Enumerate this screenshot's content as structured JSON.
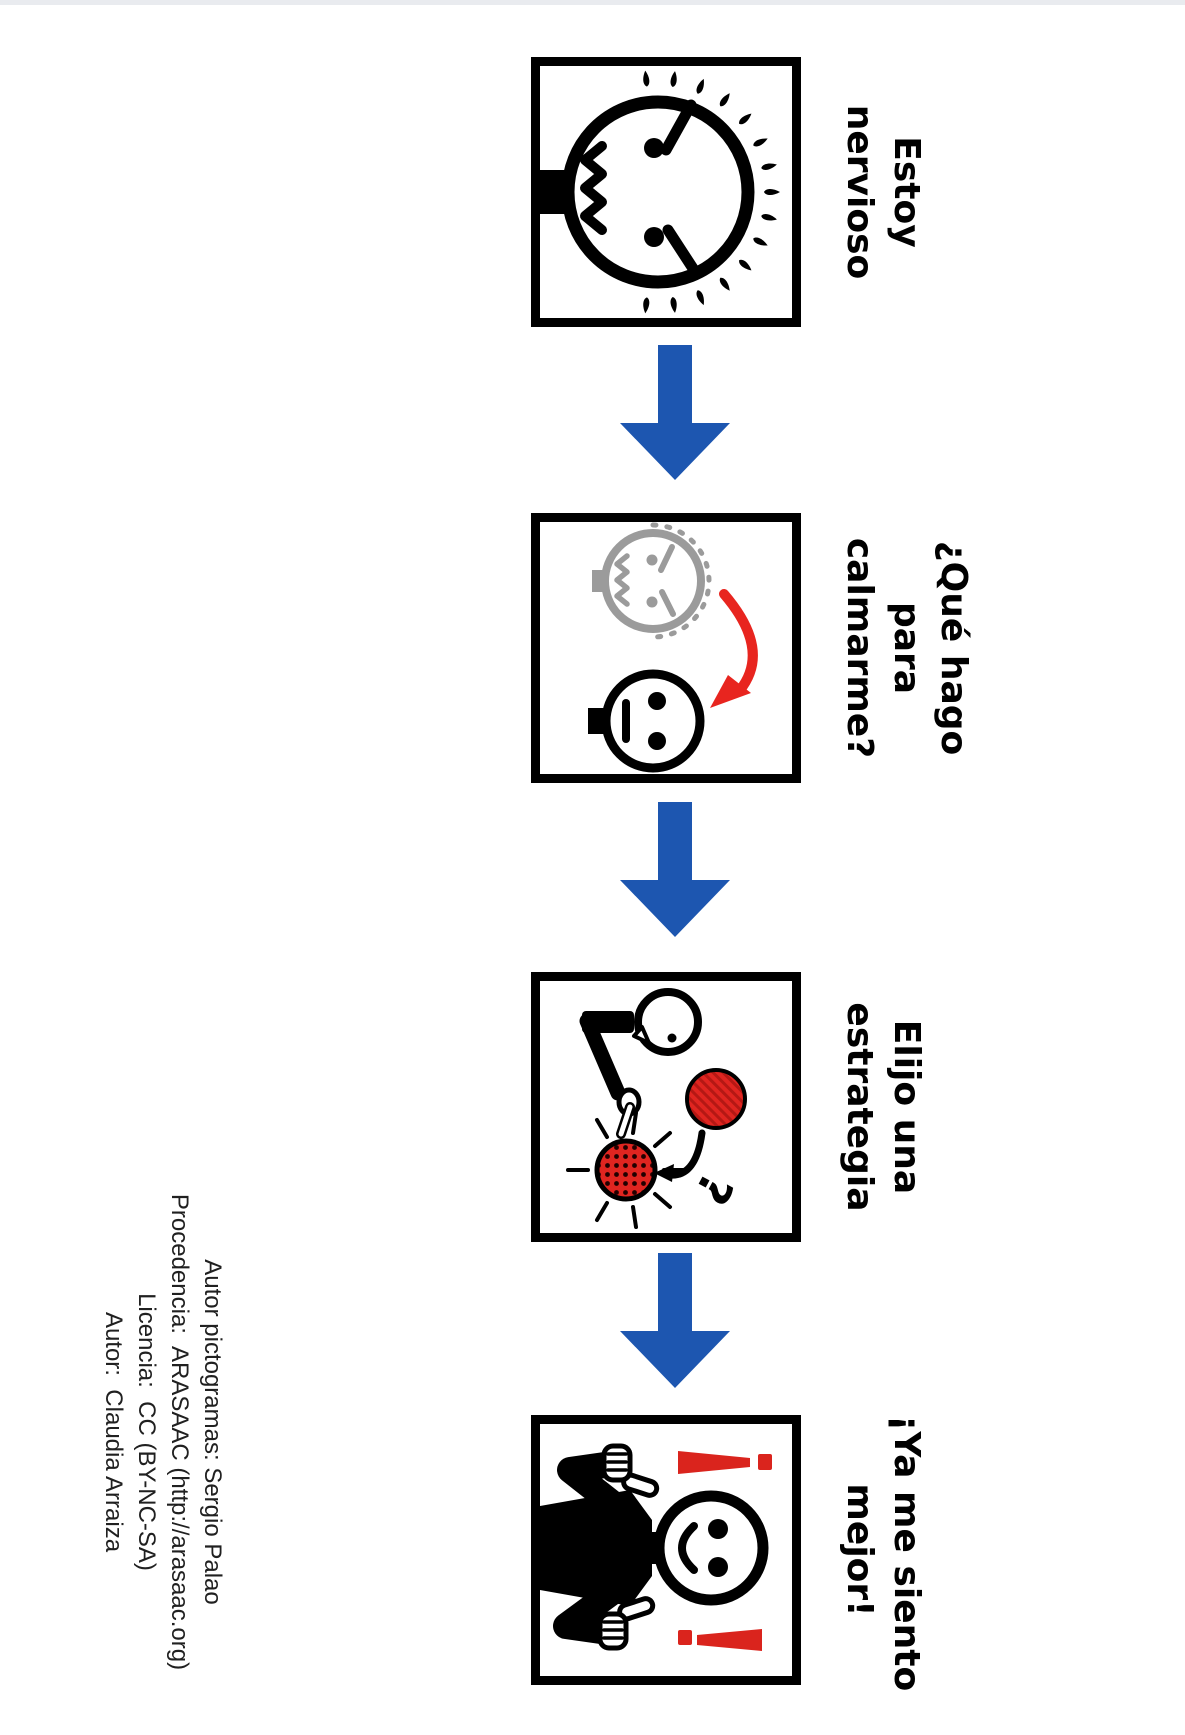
{
  "page": {
    "background": "#ffffff",
    "top_strip_color": "#e9ebef"
  },
  "colors": {
    "arrow_blue": "#1d56b0",
    "pictogram_red": "#da241d",
    "bright_red": "#e8251f",
    "gray": "#9b9b9b",
    "label_text": "#000000",
    "attribution_text": "#202020"
  },
  "steps": [
    {
      "label_lines": [
        "Estoy",
        "nervioso"
      ],
      "pictogram": "nervous-face"
    },
    {
      "label_lines": [
        "¿Qué hago",
        "para",
        "calmarme?"
      ],
      "pictogram": "calming-transition"
    },
    {
      "label_lines": [
        "Elijo una",
        "estrategia"
      ],
      "pictogram": "choose-strategy"
    },
    {
      "label_lines": [
        "¡Ya me siento",
        "mejor!"
      ],
      "pictogram": "thumbs-up-better"
    }
  ],
  "attribution": {
    "lines": [
      "Autor pictogramas: Sergio Palao",
      "Procedencia:  ARASAAC (http://arasaac.org)",
      "Licencia:  CC (BY-NC-SA)",
      "Autor:  Claudia Arraiza"
    ]
  }
}
